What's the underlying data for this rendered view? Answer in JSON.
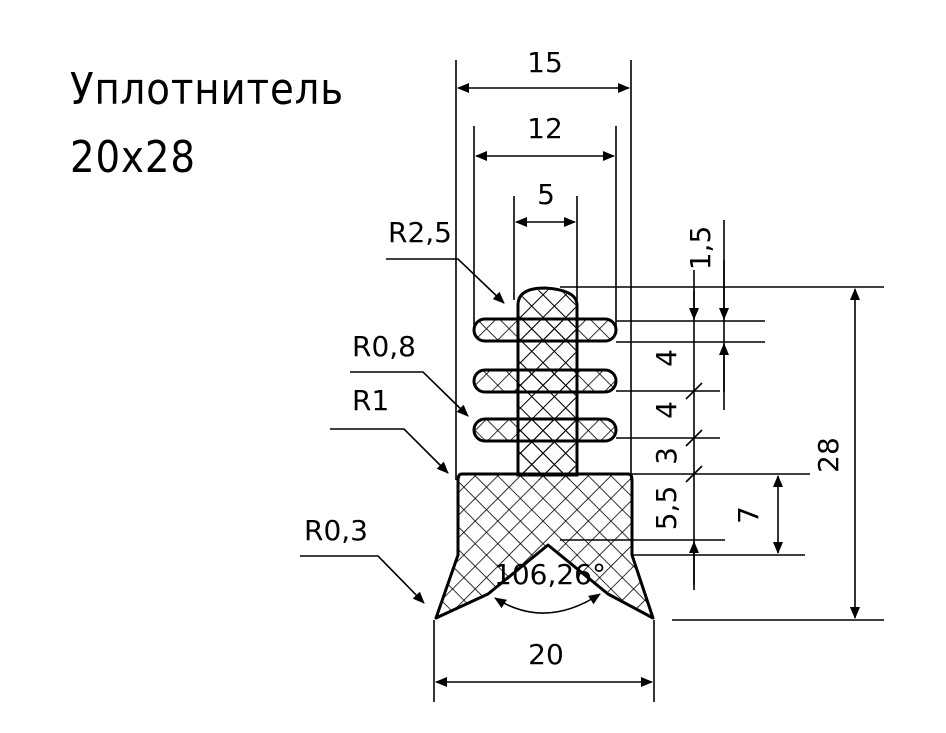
{
  "title": {
    "line1": "Уплотнитель",
    "line2": "20x28"
  },
  "dimensions": {
    "width_top": "15",
    "width_inner": "12",
    "width_stem": "5",
    "width_base": "20",
    "height_total": "28",
    "height_rib": "1,5",
    "gap1": "4",
    "gap2": "4",
    "gap3": "3",
    "base_height": "5,5",
    "lip_height": "7",
    "angle": "106,26°"
  },
  "radii": {
    "r_top": "R2,5",
    "r_rib": "R0,8",
    "r_shoulder": "R1",
    "r_lip": "R0,3"
  },
  "colors": {
    "ink": "#000000",
    "background": "#ffffff"
  }
}
